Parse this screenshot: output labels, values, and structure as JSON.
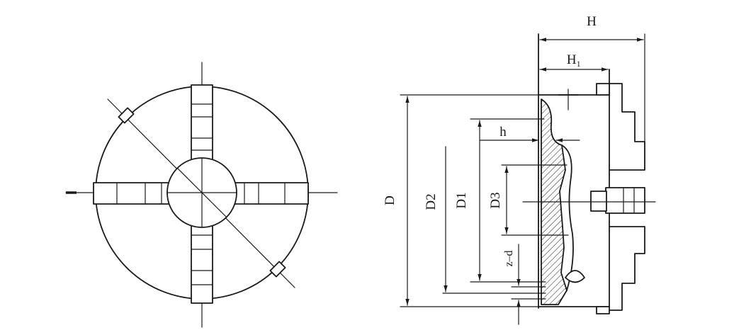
{
  "drawing": {
    "labels": {
      "H": "H",
      "H1": "H₁",
      "h": "h",
      "D": "D",
      "D1": "D1",
      "D2": "D2",
      "D3": "D3",
      "zd": "z–d"
    }
  }
}
